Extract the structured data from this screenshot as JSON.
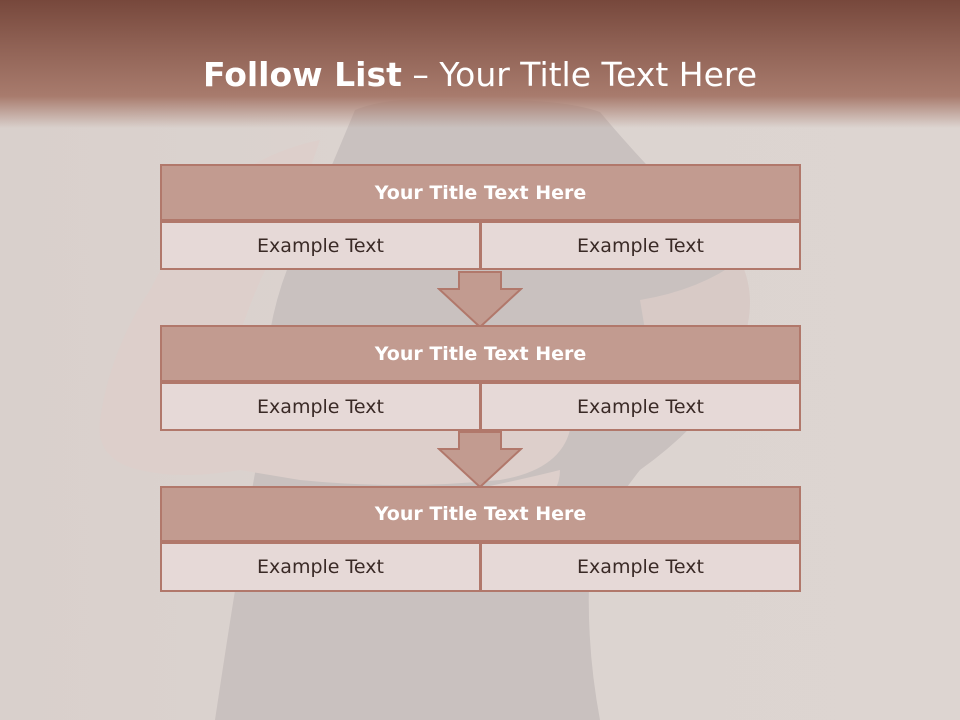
{
  "slide": {
    "title_bold": "Follow List",
    "title_rest": " – Your Title Text Here"
  },
  "blocks": [
    {
      "title": "Your Title Text Here",
      "left": "Example Text",
      "right": "Example Text"
    },
    {
      "title": "Your Title Text Here",
      "left": "Example Text",
      "right": "Example Text"
    },
    {
      "title": "Your Title Text Here",
      "left": "Example Text",
      "right": "Example Text"
    }
  ],
  "colors": {
    "header": "#8f6154",
    "block_title_fill": "#c29b90",
    "block_border": "#b1786b",
    "cell_fill": "#e6d9d7",
    "arrow_fill": "#c29b90"
  },
  "background_image": "woman-in-black-top-photo"
}
